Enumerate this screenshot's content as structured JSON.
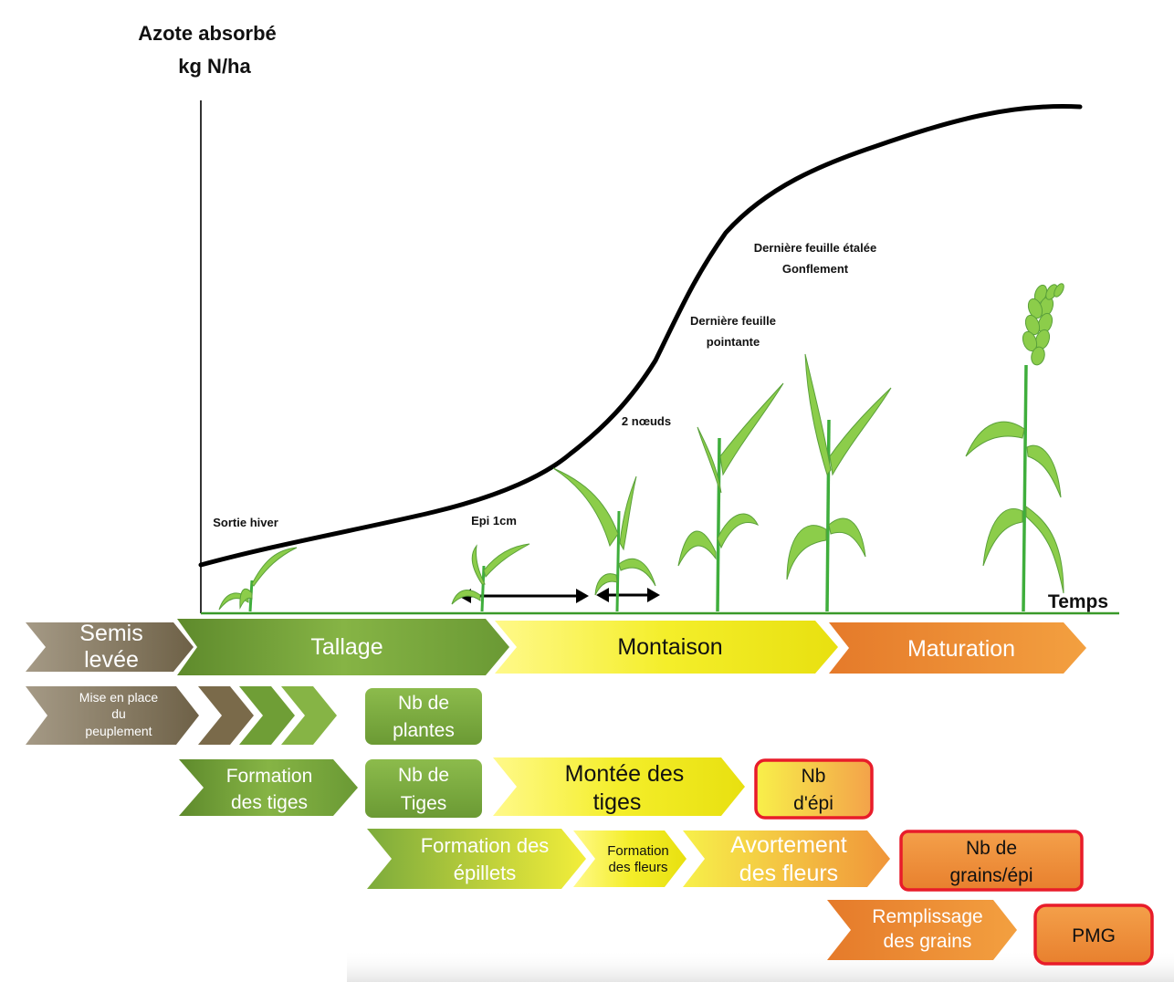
{
  "axis": {
    "y_label_line1": "Azote absorbé",
    "y_label_line2": "kg N/ha",
    "x_label": "Temps"
  },
  "stages": {
    "sortie_hiver": "Sortie hiver",
    "epi_1cm": "Epi 1cm",
    "deux_noeuds": "2 nœuds",
    "derniere_pointante_1": "Dernière feuille",
    "derniere_pointante_2": "pointante",
    "derniere_etalee_1": "Dernière feuille étalée",
    "derniere_etalee_2": "Gonflement"
  },
  "phases": {
    "semis_1": "Semis",
    "semis_2": "levée",
    "tallage": "Tallage",
    "montaison": "Montaison",
    "maturation": "Maturation"
  },
  "components": {
    "mise_1": "Mise en place",
    "mise_2": "du",
    "mise_3": "peuplement",
    "nb_plantes_1": "Nb de",
    "nb_plantes_2": "plantes",
    "formation_tiges_1": "Formation",
    "formation_tiges_2": "des tiges",
    "nb_tiges_1": "Nb de",
    "nb_tiges_2": "Tiges",
    "montee_1": "Montée des",
    "montee_2": "tiges",
    "nb_epi_1": "Nb",
    "nb_epi_2": "d'épi",
    "epillets_1": "Formation des",
    "epillets_2": "épillets",
    "fleurs_1": "Formation",
    "fleurs_2": "des fleurs",
    "avortement_1": "Avortement",
    "avortement_2": "des fleurs",
    "nb_grains_1": "Nb de",
    "nb_grains_2": "grains/épi",
    "remplissage_1": "Remplissage",
    "remplissage_2": "des grains",
    "pmg": "PMG"
  },
  "colors": {
    "brown": "#7a6a4e",
    "green": "#7cab3c",
    "yellow": "#f4ee2a",
    "orange": "#ef8f2e",
    "plant": "#8ccd4a",
    "stem": "#3fae3c",
    "outline_red": "#e81c2a"
  }
}
